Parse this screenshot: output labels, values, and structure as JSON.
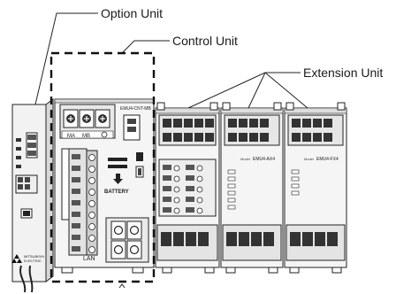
{
  "callouts": {
    "option_unit": "Option Unit",
    "control_unit": "Control Unit",
    "extension_unit": "Extension Unit"
  },
  "device_text": {
    "control_model": "EMU4-CNT-MB",
    "ext_model_a": "EMU4-AX4",
    "ext_model_b": "EMU4-FX4",
    "model_prefix": "Model",
    "battery": "BATTERY",
    "lan": "LAN",
    "brand_line1": "MITSUBISHI",
    "brand_line2": "ELECTRIC",
    "port_ma": "MA",
    "port_mb": "MB"
  },
  "colors": {
    "outline": "#222222",
    "device_fill": "#f4f4f4",
    "device_shade": "#d9d9d9",
    "terminal_dark": "#2a2a2a"
  }
}
